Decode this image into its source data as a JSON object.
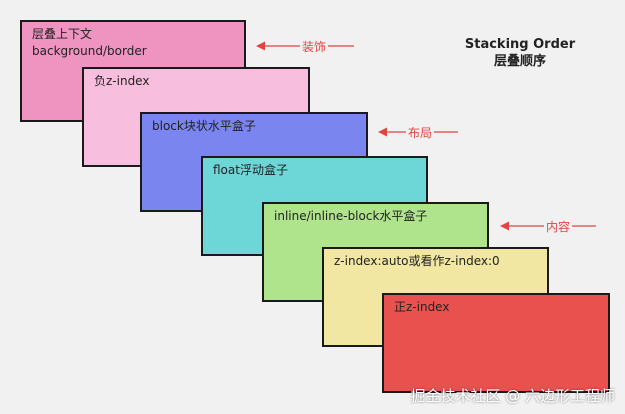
{
  "title": {
    "line1": "Stacking Order",
    "line2": "层叠顺序"
  },
  "layers": [
    {
      "lines": [
        "层叠上下文",
        "background/border"
      ]
    },
    {
      "lines": [
        "负z-index"
      ]
    },
    {
      "lines": [
        "block块状水平盒子"
      ]
    },
    {
      "lines": [
        "float浮动盒子"
      ]
    },
    {
      "lines": [
        "inline/inline-block水平盒子"
      ]
    },
    {
      "lines": [
        "z-index:auto或看作z-index:0"
      ]
    },
    {
      "lines": [
        "正z-index"
      ]
    }
  ],
  "annotations": [
    {
      "label": "装饰"
    },
    {
      "label": "布局"
    },
    {
      "label": "内容"
    }
  ],
  "colors": {
    "arrow": "#e04545",
    "layer0": "#ef93c1",
    "layer1": "#f7bfdd",
    "layer2": "#7a85f0",
    "layer3": "#6dd6d7",
    "layer4": "#b0e48c",
    "layer5": "#f2e6a3",
    "layer6": "#e9514f"
  },
  "watermark": "掘金技术社区 @ 六边形工程师"
}
